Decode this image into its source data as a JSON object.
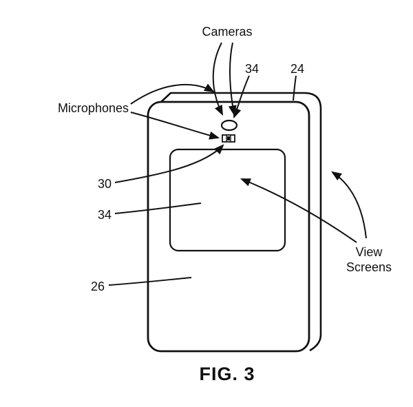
{
  "figure": {
    "caption": "FIG. 3",
    "labels": {
      "cameras": "Cameras",
      "microphones": "Microphones",
      "view_line1": "View",
      "view_line2": "Screens",
      "ref_34_top": "34",
      "ref_24": "24",
      "ref_30": "30",
      "ref_34_mid": "34",
      "ref_26": "26"
    }
  }
}
